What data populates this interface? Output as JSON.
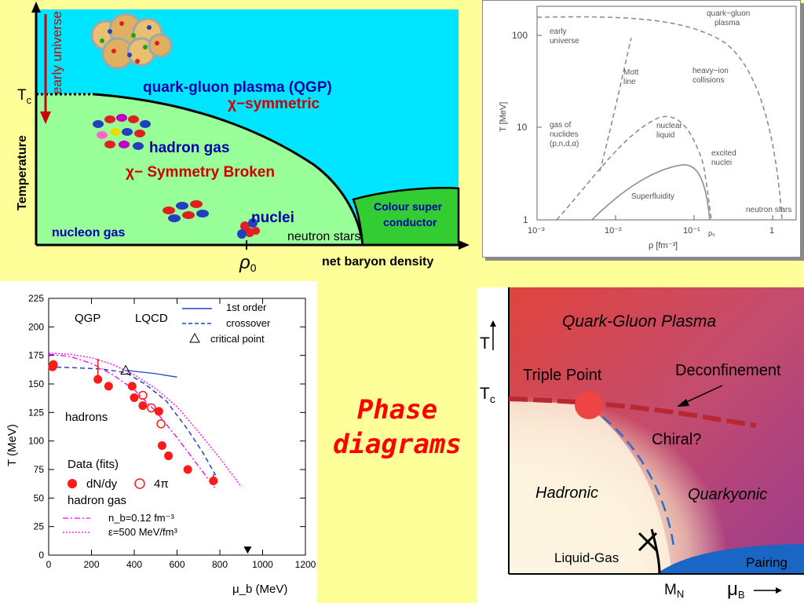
{
  "title": {
    "line1": "Phase",
    "line2": "diagrams"
  },
  "d1": {
    "y_axis": "Temperature",
    "x_axis": "net baryon density",
    "tc": "T",
    "tc_sub": "c",
    "rho0": "ρ",
    "rho0_sub": "0",
    "arrow_label": "early universe",
    "qgp": "quark-gluon plasma (QGP)",
    "chi_sym": "χ−symmetric",
    "hadron_gas": "hadron gas",
    "chi_broken": "χ− Symmetry Broken",
    "nuclei": "nuclei",
    "nucleon_gas": "nucleon gas",
    "neutron_stars": "neutron stars",
    "csc_line1": "Colour super",
    "csc_line2": "conductor",
    "colors": {
      "qgp": "#00e5ff",
      "hadron": "#99ff99",
      "csc": "#33cc33"
    }
  },
  "d2": {
    "y_axis": "T [MeV]",
    "x_axis": "ρ [fm⁻³]",
    "y_ticks": [
      "100",
      "10",
      "1"
    ],
    "x_ticks": [
      "10⁻³",
      "10⁻²",
      "10⁻¹",
      "1"
    ],
    "rho0": "ρ₀",
    "labels": {
      "early": [
        "early",
        "universe"
      ],
      "qgp": [
        "quark−gluon",
        "plasma"
      ],
      "mott": [
        "Mott",
        "line"
      ],
      "heavy": [
        "heavy−ion",
        "collisions"
      ],
      "nuclides": [
        "gas of",
        "nuclides",
        "(p,n,d,α)"
      ],
      "liquid": [
        "nuclear",
        "liquid"
      ],
      "excited": [
        "excited",
        "nuclei"
      ],
      "superfluidity": "Superfluidity",
      "neutron": "neutron stars"
    }
  },
  "chart_data": {
    "type": "scatter",
    "title": "",
    "xlabel": "μ_b (MeV)",
    "ylabel": "T (MeV)",
    "xlim": [
      0,
      1200
    ],
    "ylim": [
      0,
      225
    ],
    "x_ticks": [
      0,
      200,
      400,
      600,
      800,
      1000,
      1200
    ],
    "y_ticks": [
      0,
      25,
      50,
      75,
      100,
      125,
      150,
      175,
      200,
      225
    ],
    "annotations": {
      "qgp": "QGP",
      "lqcd": "LQCD",
      "hadrons": "hadrons"
    },
    "legend_lqcd": {
      "first_order": "1st order",
      "crossover": "crossover",
      "critical": "critical point"
    },
    "legend_data": {
      "header": "Data (fits)",
      "dndy": "dN/dy",
      "four_pi": "4π",
      "hadron_gas": "hadron gas",
      "nb": "n_b=0.12 fm⁻³",
      "eps": "ε=500 MeV/fm³"
    },
    "series": [
      {
        "name": "dN/dy",
        "marker": "filled",
        "points": [
          [
            18,
            165
          ],
          [
            22,
            167
          ],
          [
            230,
            154
          ],
          [
            280,
            148
          ],
          [
            390,
            148
          ],
          [
            400,
            138
          ],
          [
            440,
            131
          ],
          [
            515,
            126
          ],
          [
            530,
            96
          ],
          [
            560,
            87
          ],
          [
            650,
            75
          ],
          [
            770,
            65
          ]
        ]
      },
      {
        "name": "4π",
        "marker": "open",
        "points": [
          [
            440,
            140
          ],
          [
            480,
            129
          ],
          [
            525,
            115
          ]
        ]
      },
      {
        "name": "1st order",
        "style": "solid",
        "points": [
          [
            360,
            162
          ],
          [
            500,
            159
          ],
          [
            600,
            156
          ]
        ]
      },
      {
        "name": "crossover",
        "style": "dashed",
        "points": [
          [
            0,
            165
          ],
          [
            150,
            164
          ],
          [
            250,
            163
          ],
          [
            360,
            160
          ],
          [
            450,
            150
          ],
          [
            550,
            135
          ],
          [
            650,
            110
          ],
          [
            720,
            90
          ],
          [
            780,
            70
          ]
        ]
      },
      {
        "name": "n_b=0.12 fm⁻³",
        "style": "dashdot",
        "points": [
          [
            0,
            176
          ],
          [
            100,
            174
          ],
          [
            200,
            168
          ],
          [
            300,
            158
          ],
          [
            400,
            145
          ],
          [
            500,
            126
          ],
          [
            600,
            103
          ],
          [
            700,
            78
          ],
          [
            780,
            58
          ]
        ]
      },
      {
        "name": "ε=500 MeV/fm³",
        "style": "dotted",
        "points": [
          [
            0,
            177
          ],
          [
            100,
            176
          ],
          [
            200,
            173
          ],
          [
            300,
            167
          ],
          [
            400,
            158
          ],
          [
            500,
            146
          ],
          [
            600,
            130
          ],
          [
            700,
            108
          ],
          [
            800,
            85
          ],
          [
            900,
            60
          ]
        ]
      },
      {
        "name": "critical point",
        "marker": "triangle",
        "points": [
          [
            360,
            162
          ]
        ]
      }
    ],
    "extra_marker": {
      "name": "neutron-star marker",
      "points": [
        [
          930,
          4
        ]
      ]
    }
  },
  "d4": {
    "qgp": "Quark-Gluon Plasma",
    "t_axis": "T",
    "tc": "T",
    "tc_sub": "c",
    "triple": "Triple Point",
    "deconf": "Deconfinement",
    "chiral": "Chiral?",
    "hadronic": "Hadronic",
    "quarkyonic": "Quarkyonic",
    "liquid_gas": "Liquid-Gas",
    "pairing": "Pairing",
    "mn": "M",
    "mn_sub": "N",
    "mu": "μ",
    "mu_sub": "B"
  }
}
